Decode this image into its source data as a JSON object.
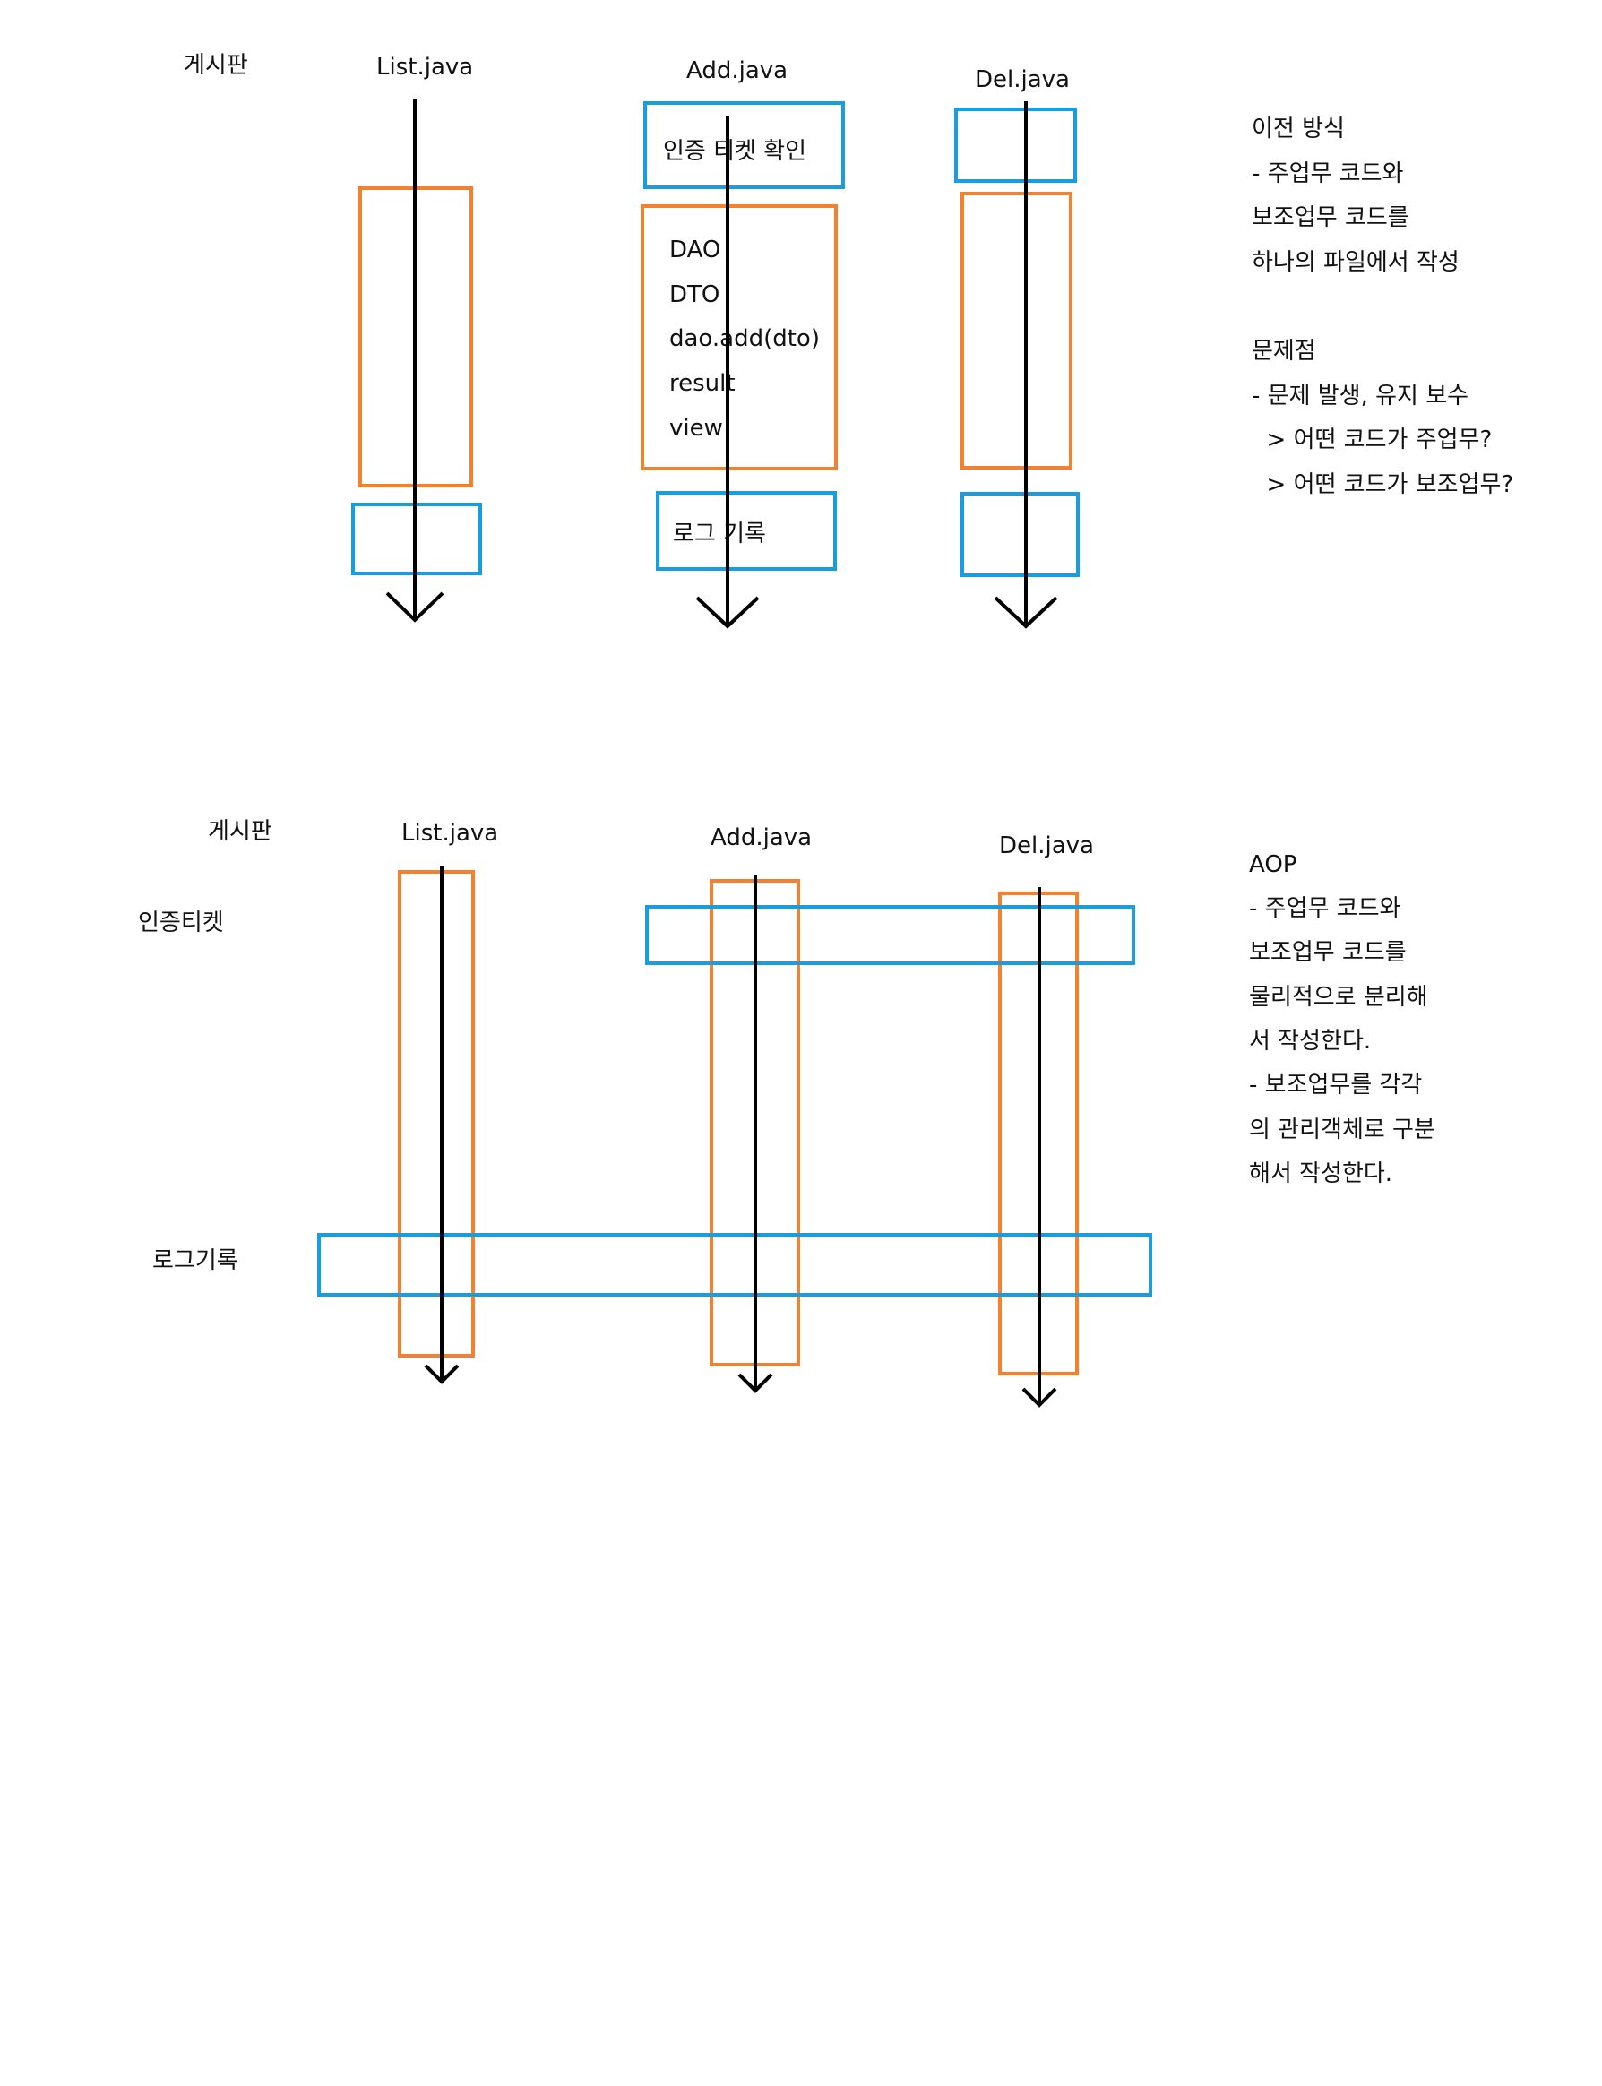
{
  "colors": {
    "main_task": "#f4812f",
    "aux_task": "#1a9ce0",
    "flow": "#000000",
    "text": "#111111",
    "background": "#ffffff"
  },
  "top": {
    "board_label": "게시판",
    "files": {
      "list": "List.java",
      "add": "Add.java",
      "del": "Del.java"
    },
    "auth_ticket_check": "인증 티켓 확인",
    "add_code_lines": [
      "DAO",
      "DTO",
      "dao.add(dto)",
      "result",
      "view"
    ],
    "log_record": "로그 기록",
    "notes": [
      "이전 방식",
      "- 주업무 코드와",
      "보조업무 코드를",
      "하나의 파일에서 작성",
      "",
      "문제점",
      "- 문제 발생, 유지 보수",
      "  > 어떤 코드가 주업무?",
      "  > 어떤 코드가 보조업무?"
    ]
  },
  "bottom": {
    "board_label": "게시판",
    "files": {
      "list": "List.java",
      "add": "Add.java",
      "del": "Del.java"
    },
    "auth_ticket": "인증티켓",
    "log_record": "로그기록",
    "notes": [
      "AOP",
      "- 주업무 코드와",
      "보조업무 코드를",
      "물리적으로 분리해",
      "서 작성한다.",
      "- 보조업무를 각각",
      "의 관리객체로 구분",
      "해서 작성한다."
    ]
  }
}
